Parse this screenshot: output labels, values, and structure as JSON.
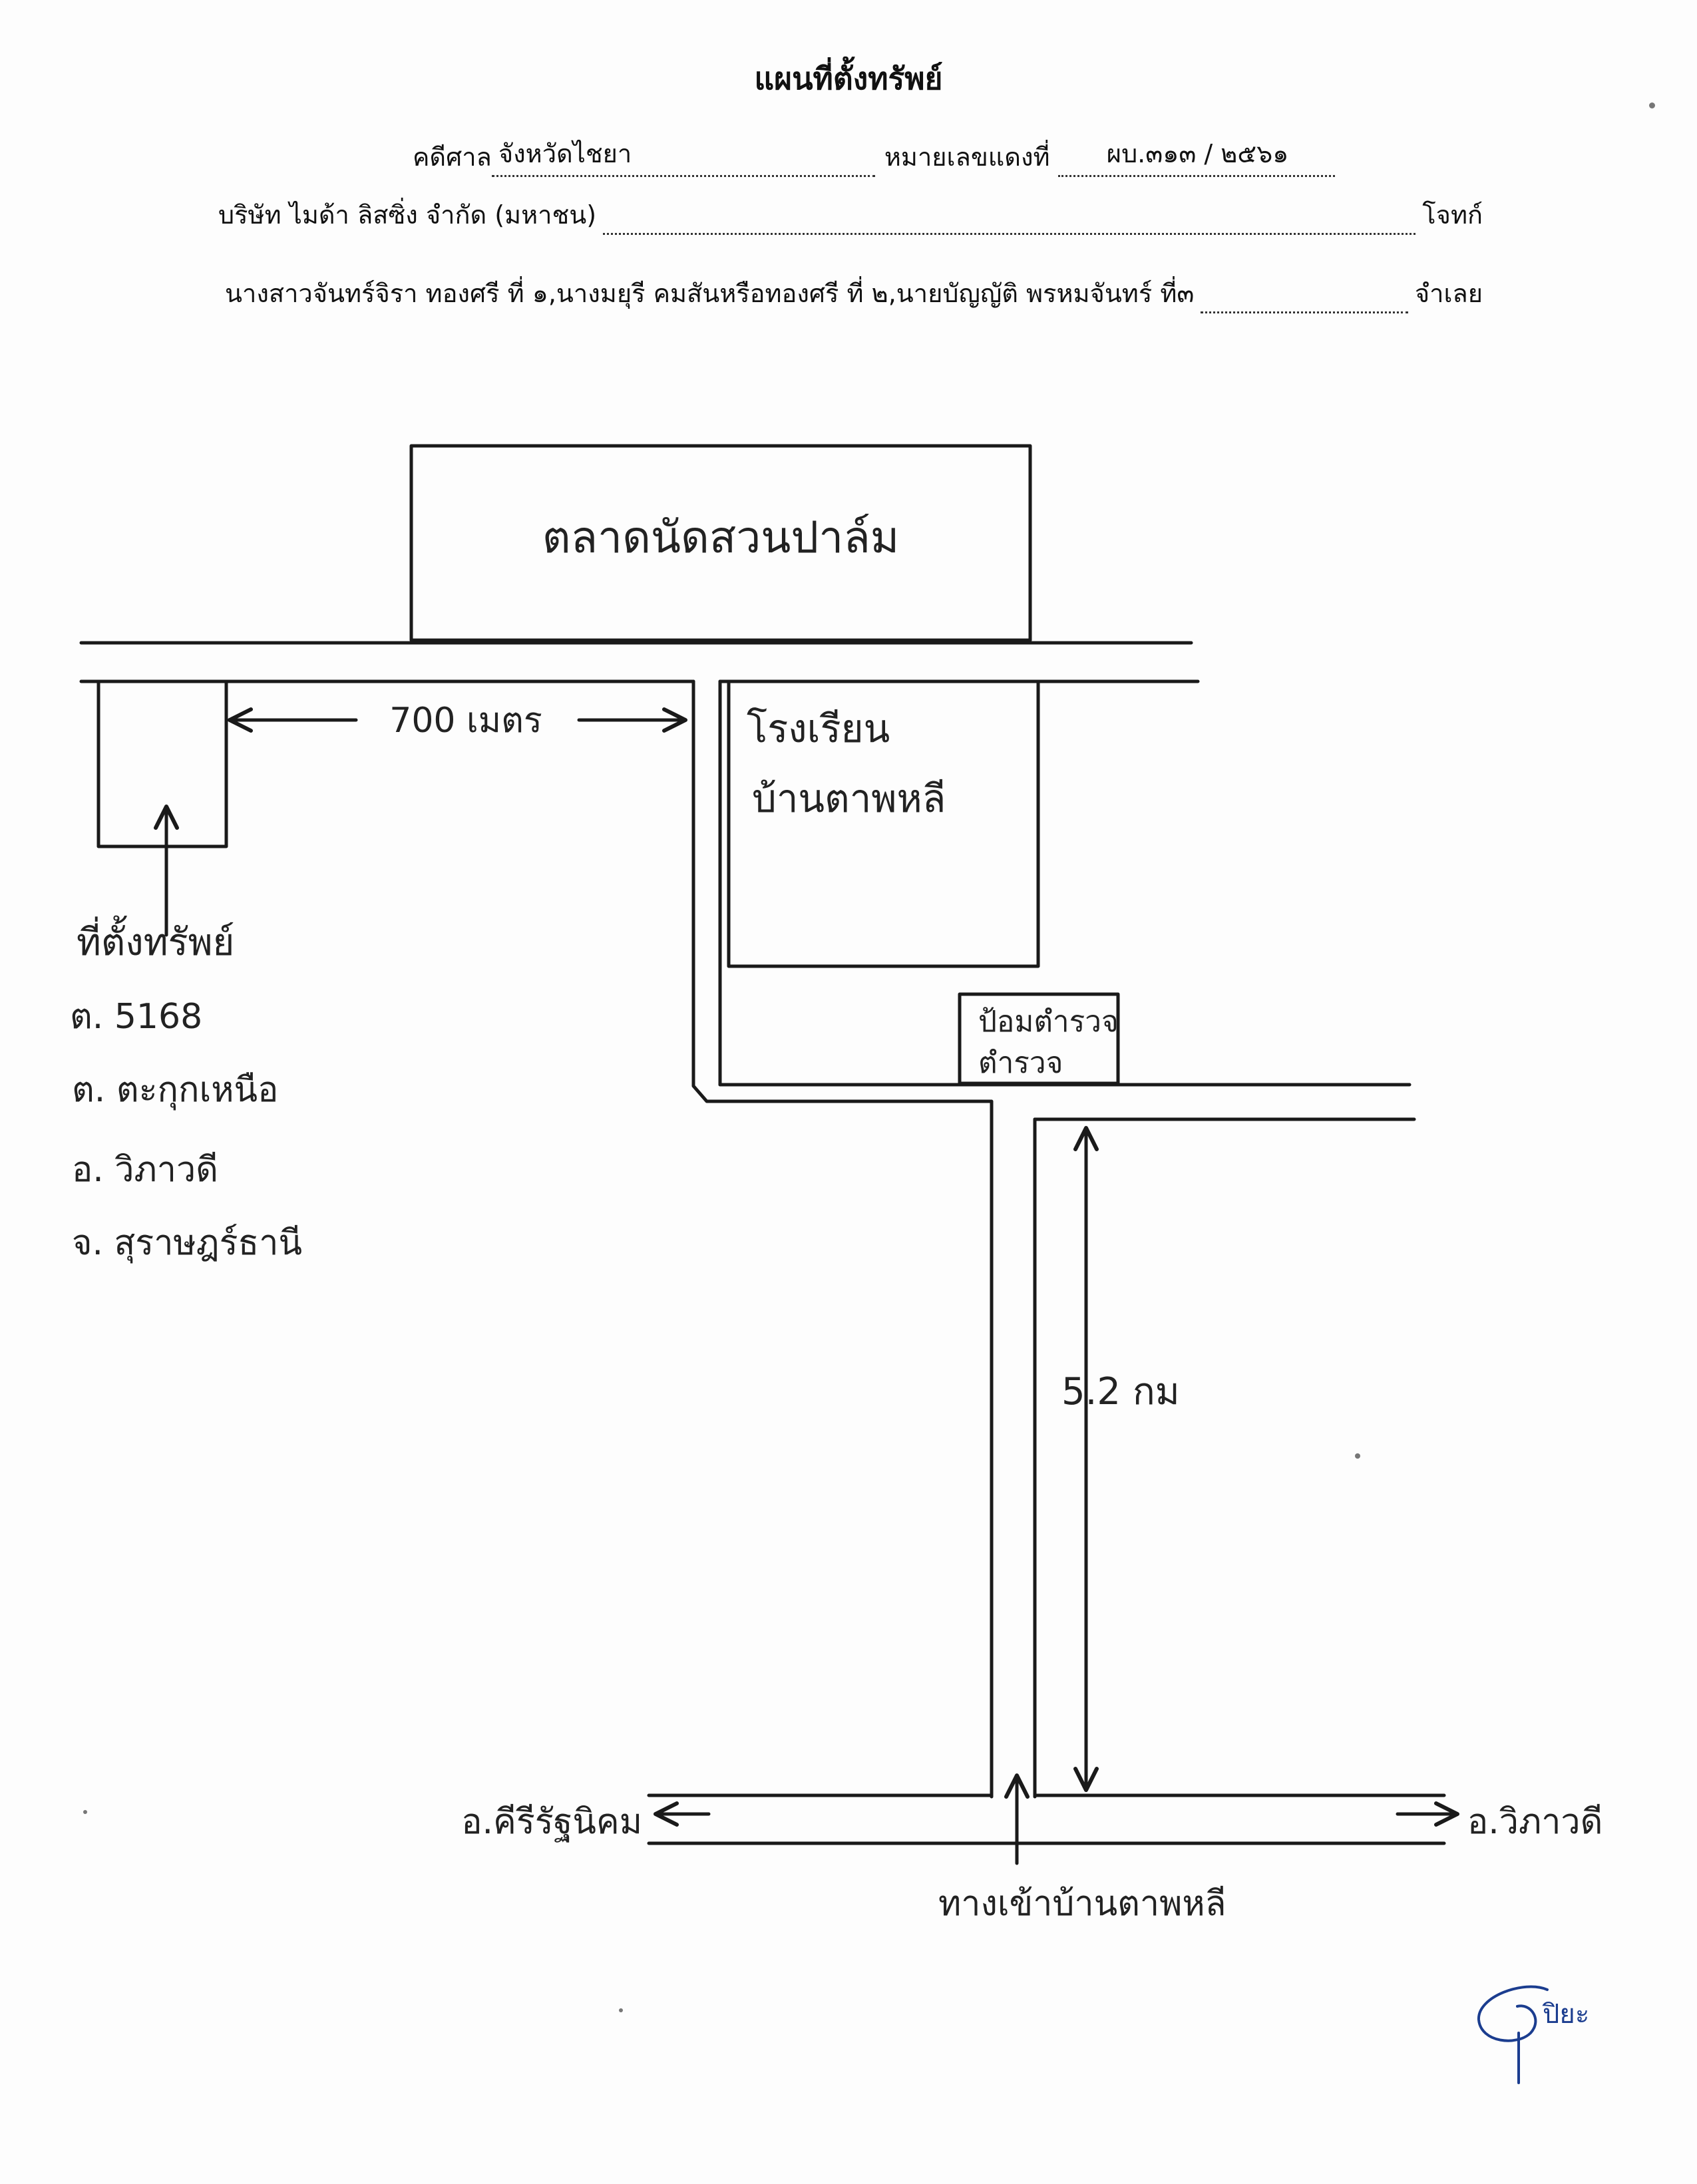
{
  "header": {
    "title": "แผนที่ตั้งทรัพย์",
    "court_label": "คดีศาล",
    "court_value": "จังหวัดไชยา",
    "case_number_label": "หมายเลขแดงที่",
    "case_number_value": "ผบ.๓๑๓ / ๒๕๖๑",
    "plaintiff_name": "บริษัท  ไมด้า ลิสซิ่ง  จำกัด  (มหาชน)",
    "plaintiff_label": "โจทก์",
    "defendants_names": "นางสาวจันทร์จิรา ทองศรี ที่ ๑,นางมยุรี คมสันหรือทองศรี ที่ ๒,นายบัญญัติ พรหมจันทร์ ที่๓",
    "defendant_label": "จำเลย"
  },
  "map": {
    "market_label": "ตลาดนัดสวนปาล์ม",
    "distance_top_label": "700 เมตร",
    "school_line1": "โรงเรียน",
    "school_line2": "บ้านตาพหลี",
    "police_line1": "ป้อมตำรวจ",
    "police_line2": "ตำรวจ",
    "property_label": "ที่ตั้งทรัพย์",
    "address": [
      "ต. 5168",
      "ต. ตะกุกเหนือ",
      "อ. วิภาวดี",
      "จ. สุราษฎร์ธานี"
    ],
    "distance_vertical_label": "5.2 กม",
    "left_direction_label": "อ.คีรีรัฐนิคม",
    "right_direction_label": "อ.วิภาวดี",
    "bottom_road_label": "ทางเข้าบ้านตาพหลี",
    "signature_label": "ปิยะ"
  }
}
